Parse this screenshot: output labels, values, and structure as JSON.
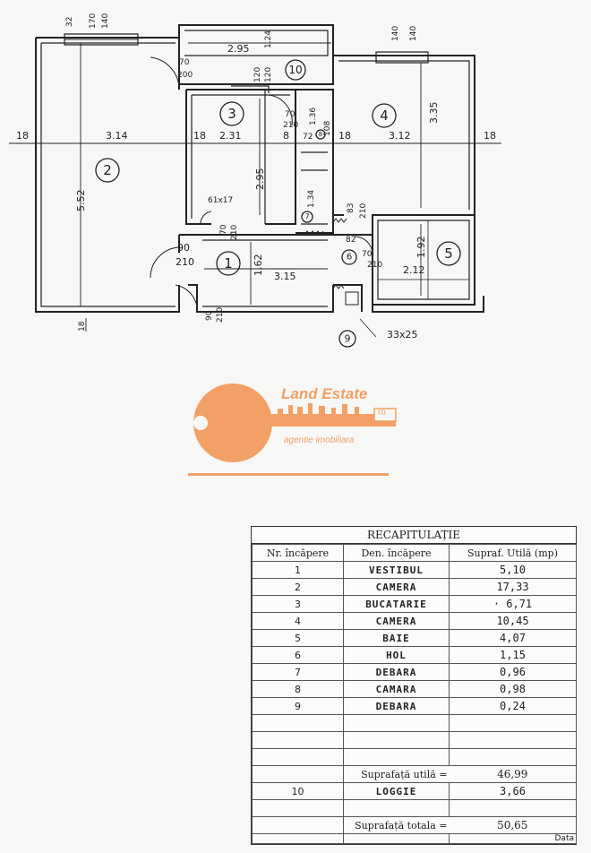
{
  "plan": {
    "dimensions": {
      "top_left_a": "32",
      "top_left_b": "170",
      "top_left_c": "140",
      "room2_width": "3.14",
      "room2_height": "5.52",
      "loggia_width": "2.95",
      "loggia_depth": "1.24",
      "loggia_door": "70",
      "loggia_door_h": "200",
      "kitchen_a": "120",
      "kitchen_b": "120",
      "room3_width": "2.31",
      "room3_height": "2.95",
      "door_70_210_a": "70",
      "door_70_210_a_h": "210",
      "closet_136": "1.36",
      "closet_108": "108",
      "wall_18_left": "18",
      "wall_18_mid": "18",
      "wall_8": "8",
      "wall_72": "72",
      "wall_18_c": "18",
      "wall_18_right": "18",
      "room4_width": "3.12",
      "room4_height": "3.35",
      "top_right_a": "140",
      "top_right_b": "140",
      "pantry_134": "1.34",
      "pantry_83": "83",
      "pantry_210": "210",
      "pantry_82": "82",
      "small_door": "61x17",
      "small_door_2": "70",
      "small_door_2_h": "210",
      "vest_door": "90",
      "vest_door_h": "210",
      "vest_162": "1.62",
      "vest_315": "3.15",
      "hol_door": "70",
      "hol_door_h": "210",
      "bath_192": "1.92",
      "bath_212": "2.12",
      "entry_door": "90",
      "entry_door_h": "210",
      "wall_18_bottom": "18",
      "niche": "33x25"
    },
    "rooms": {
      "r1": "1",
      "r2": "2",
      "r3": "3",
      "r4": "4",
      "r5": "5",
      "r6": "6",
      "r7": "7",
      "r8": "8",
      "r9": "9",
      "r10": "10"
    }
  },
  "logo": {
    "name": "Land Estate",
    "tag": "agentie imobiliara",
    "badge": "ro",
    "accent": "#f2a065"
  },
  "recap": {
    "title": "RECAPITULAȚIE",
    "headers": [
      "Nr. încăpere",
      "Den. încăpere",
      "Supraf. Utilă (mp)"
    ],
    "rows": [
      {
        "nr": "1",
        "name": "VESTIBUL",
        "area": "5,10"
      },
      {
        "nr": "2",
        "name": "CAMERA",
        "area": "17,33"
      },
      {
        "nr": "3",
        "name": "BUCATARIE",
        "area": "· 6,71"
      },
      {
        "nr": "4",
        "name": "CAMERA",
        "area": "10,45"
      },
      {
        "nr": "5",
        "name": "BAIE",
        "area": "4,07"
      },
      {
        "nr": "6",
        "name": "HOL",
        "area": "1,15"
      },
      {
        "nr": "7",
        "name": "DEBARA",
        "area": "0,96"
      },
      {
        "nr": "8",
        "name": "CAMARA",
        "area": "0,98"
      },
      {
        "nr": "9",
        "name": "DEBARA",
        "area": "0,24"
      }
    ],
    "util_label": "Suprafață utilă =",
    "util_value": "46,99",
    "loggia": {
      "nr": "10",
      "name": "LOGGIE",
      "area": "3,66"
    },
    "total_label": "Suprafață totala =",
    "total_value": "50,65",
    "footer_fragment": "Data"
  }
}
